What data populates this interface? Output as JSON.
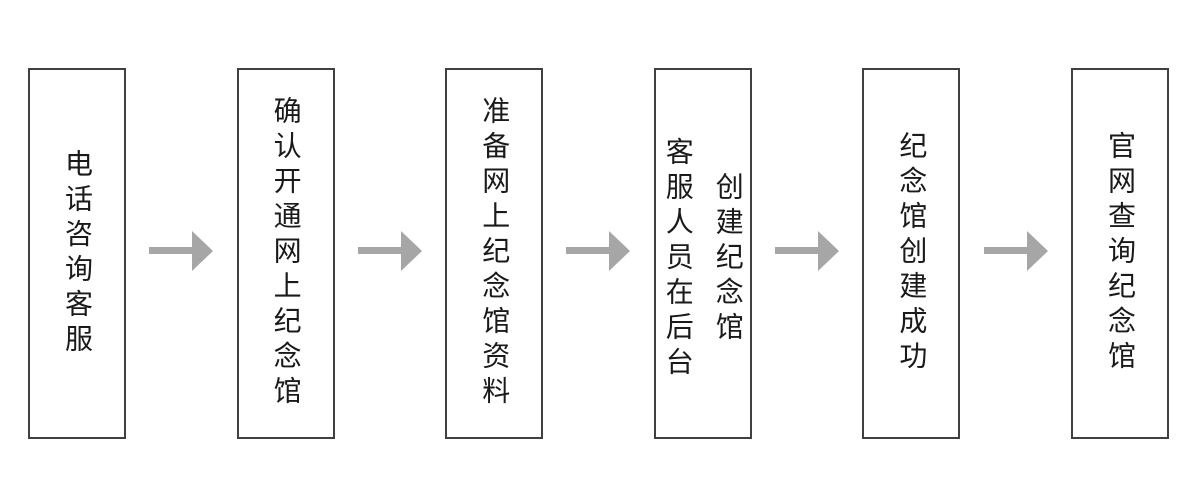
{
  "flowchart": {
    "steps": [
      "电话咨询客服",
      "确认开通网上纪念馆",
      "准备网上纪念馆资料",
      "客服人员在后台\n创建纪念馆",
      "纪念馆创建成功",
      "官网查询纪念馆"
    ],
    "connector_icon": "arrow-right",
    "colors": {
      "box_border": "#404040",
      "box_fill": "#ffffff",
      "arrow": "#a6a6a6",
      "text": "#1a1a1a",
      "background": "#ffffff"
    }
  }
}
